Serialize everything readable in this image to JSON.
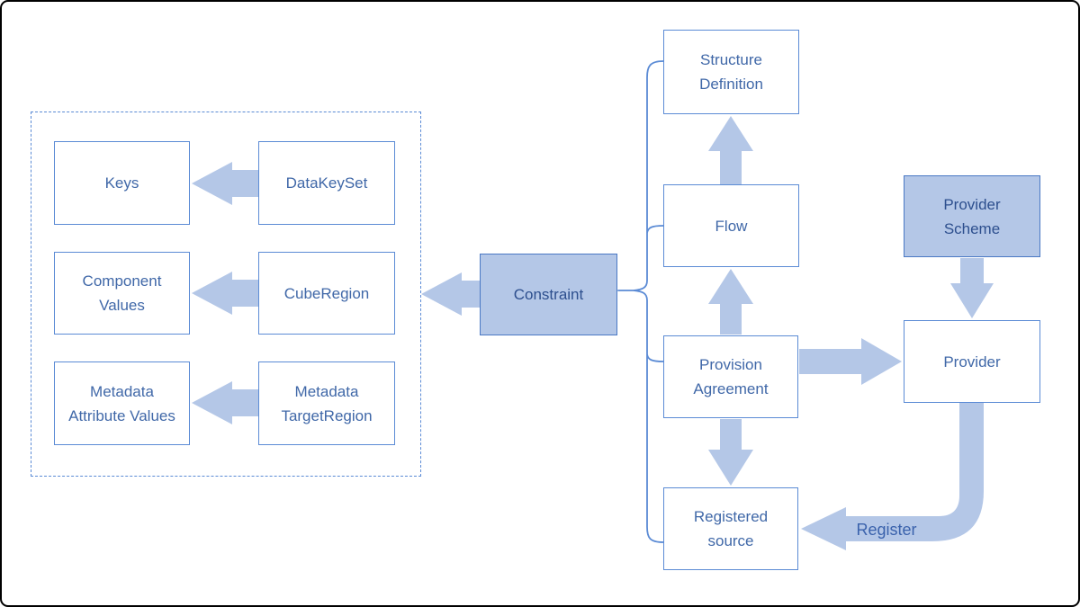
{
  "boxes": {
    "keys": "Keys",
    "data_key_set": "DataKeySet",
    "component_values": "Component Values",
    "cube_region": "CubeRegion",
    "metadata_attribute_values": "Metadata Attribute Values",
    "metadata_target_region": "Metadata TargetRegion",
    "constraint": "Constraint",
    "structure_definition": "Structure Definition",
    "flow": "Flow",
    "provision_agreement": "Provision Agreement",
    "registered_source": "Registered source",
    "provider_scheme": "Provider Scheme",
    "provider": "Provider"
  },
  "labels": {
    "register": "Register"
  },
  "connections": [
    {
      "from": "DataKeySet",
      "to": "Keys",
      "type": "block-arrow-left"
    },
    {
      "from": "CubeRegion",
      "to": "Component Values",
      "type": "block-arrow-left"
    },
    {
      "from": "Metadata TargetRegion",
      "to": "Metadata Attribute Values",
      "type": "block-arrow-left"
    },
    {
      "from": "Constraint",
      "to": "constraint-targets-group",
      "type": "block-arrow-left"
    },
    {
      "from": "Constraint",
      "to": "Structure Definition, Flow, Provision Agreement, Registered source",
      "type": "brace"
    },
    {
      "from": "Flow",
      "to": "Structure Definition",
      "type": "block-arrow-up"
    },
    {
      "from": "Provision Agreement",
      "to": "Flow",
      "type": "block-arrow-up"
    },
    {
      "from": "Provision Agreement",
      "to": "Registered source",
      "type": "block-arrow-down"
    },
    {
      "from": "Provision Agreement",
      "to": "Provider",
      "type": "block-arrow-right"
    },
    {
      "from": "Provider Scheme",
      "to": "Provider",
      "type": "block-arrow-down"
    },
    {
      "from": "Provider",
      "to": "Registered source",
      "type": "curved-arrow",
      "label": "Register"
    }
  ],
  "colors": {
    "box_border": "#5b8bd5",
    "accent_border": "#4a78c4",
    "shape_fill": "#b4c7e7",
    "text_primary": "#4068a8",
    "text_on_fill": "#2d4f8e",
    "frame_border": "#000000"
  }
}
